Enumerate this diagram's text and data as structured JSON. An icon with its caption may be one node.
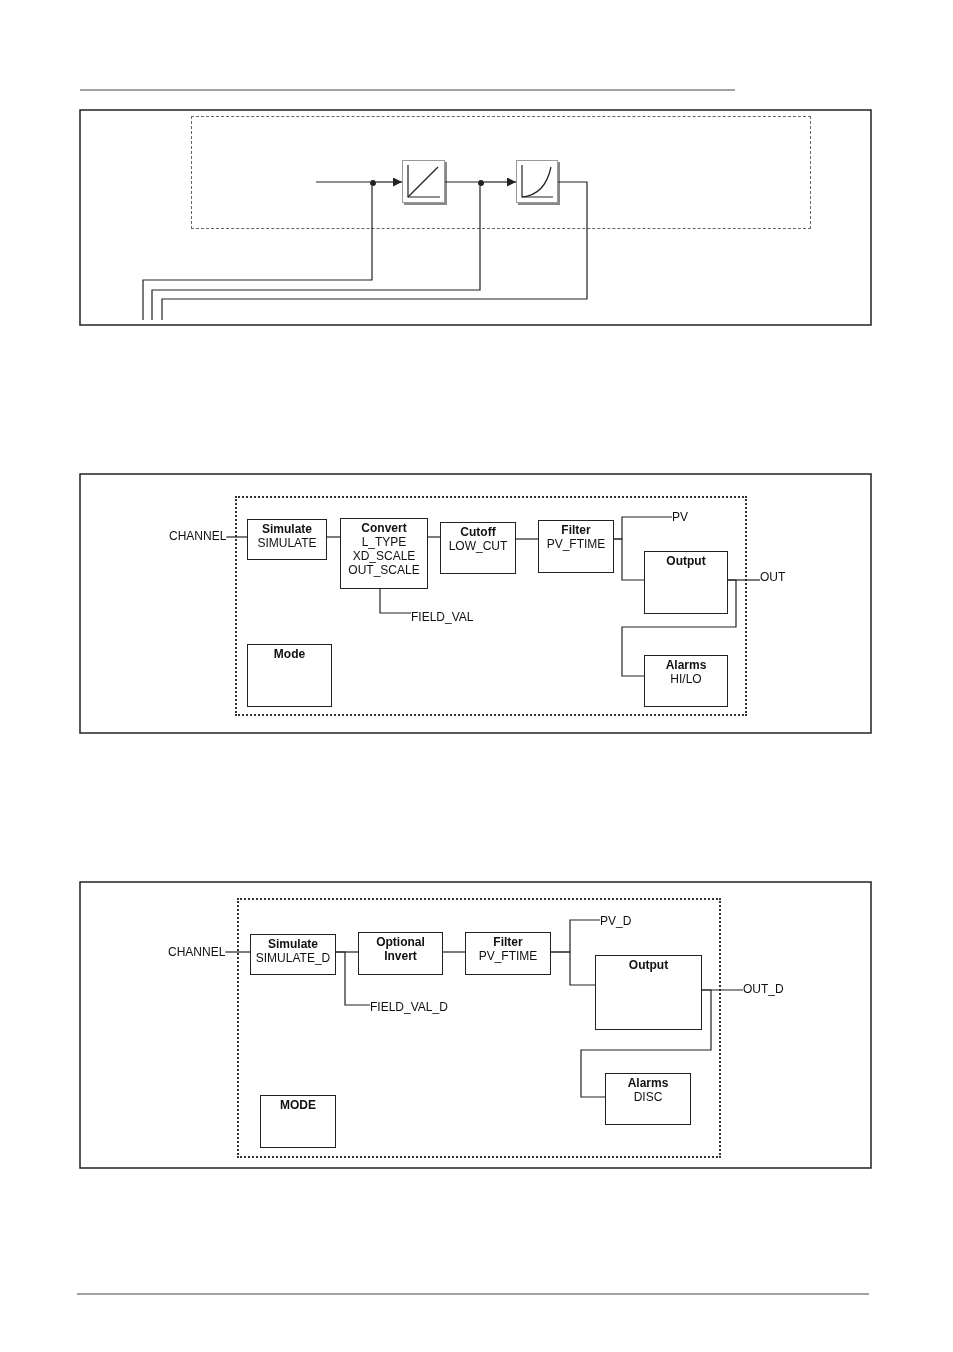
{
  "diagram": {
    "nodes": [
      {
        "text": [],
        "shape": "box"
      },
      {
        "text": [],
        "shape": "circle",
        "in": 0
      },
      {
        "text": [],
        "shape": "box",
        "in": 0
      },
      {
        "text": [],
        "shape": "circle",
        "in": 0
      },
      {
        "text": [],
        "shape": "box",
        "in": 0
      },
      {
        "text": [],
        "shape": "box"
      },
      {
        "text": [
          "Simulate",
          "SIMULATE"
        ],
        "in": 5
      },
      {
        "text": [
          "Convert",
          "L_TYPE XD_SCALE OUT_SCALE"
        ],
        "in": 5
      },
      {
        "text": [
          "Cutoff",
          "LOW_CUT"
        ],
        "in": 5
      },
      {
        "text": [
          "Filter",
          "PV_FTIME"
        ],
        "in": 5
      },
      {
        "text": [
          "Output"
        ],
        "in": 5
      },
      {
        "text": [
          "Mode"
        ],
        "in": 5
      },
      {
        "text": [
          "Alarms",
          "HI/LO"
        ],
        "in": 5
      },
      {
        "text": [
          "CHANNEL"
        ]
      },
      {
        "text": [
          "FIELD_VAL"
        ],
        "in": 5
      },
      {
        "text": [
          "PV"
        ],
        "in": 5
      },
      {
        "text": [
          "OUT"
        ]
      },
      {
        "text": [],
        "shape": "box"
      },
      {
        "text": [
          "Simulate",
          "SIMULATE_D"
        ],
        "in": 17
      },
      {
        "text": [
          "Optional Invert"
        ],
        "in": 17
      },
      {
        "text": [
          "Filter",
          "PV_FTIME"
        ],
        "in": 17
      },
      {
        "text": [
          "Output"
        ],
        "in": 17
      },
      {
        "text": [
          "MODE"
        ],
        "in": 17
      },
      {
        "text": [
          "Alarms",
          "DISC"
        ],
        "in": 17
      },
      {
        "text": [
          "CHANNEL"
        ]
      },
      {
        "text": [
          "FIELD_VAL_D"
        ],
        "in": 17
      },
      {
        "text": [
          "PV_D"
        ],
        "in": 17
      },
      {
        "text": [
          "OUT_D"
        ]
      }
    ],
    "edges": [
      {
        "from": null,
        "to": 1,
        "arrow": "none"
      },
      {
        "from": 1,
        "to": 2,
        "arrow": "to"
      },
      {
        "from": 1,
        "to": null,
        "arrow": "none"
      },
      {
        "from": 2,
        "to": 3,
        "arrow": "none"
      },
      {
        "from": 3,
        "to": 4,
        "arrow": "to"
      },
      {
        "from": 3,
        "to": null,
        "arrow": "none"
      },
      {
        "from": 4,
        "to": null,
        "arrow": "none"
      },
      {
        "from": 13,
        "to": 6,
        "arrow": "none"
      },
      {
        "from": 6,
        "to": 7,
        "arrow": "none"
      },
      {
        "from": 7,
        "to": 8,
        "arrow": "none"
      },
      {
        "from": 8,
        "to": 9,
        "arrow": "none"
      },
      {
        "from": 9,
        "to": 15,
        "arrow": "none"
      },
      {
        "from": 9,
        "to": 10,
        "arrow": "none"
      },
      {
        "from": 7,
        "to": 14,
        "arrow": "none"
      },
      {
        "from": 10,
        "to": 16,
        "arrow": "none"
      },
      {
        "from": 10,
        "to": 12,
        "arrow": "none"
      },
      {
        "from": 24,
        "to": 18,
        "arrow": "none"
      },
      {
        "from": 18,
        "to": 19,
        "arrow": "none"
      },
      {
        "from": 18,
        "to": 25,
        "arrow": "none"
      },
      {
        "from": 19,
        "to": 20,
        "arrow": "none"
      },
      {
        "from": 20,
        "to": 26,
        "arrow": "none"
      },
      {
        "from": 20,
        "to": 21,
        "arrow": "none"
      },
      {
        "from": 21,
        "to": 27,
        "arrow": "none"
      },
      {
        "from": 21,
        "to": 23,
        "arrow": "none"
      }
    ]
  }
}
